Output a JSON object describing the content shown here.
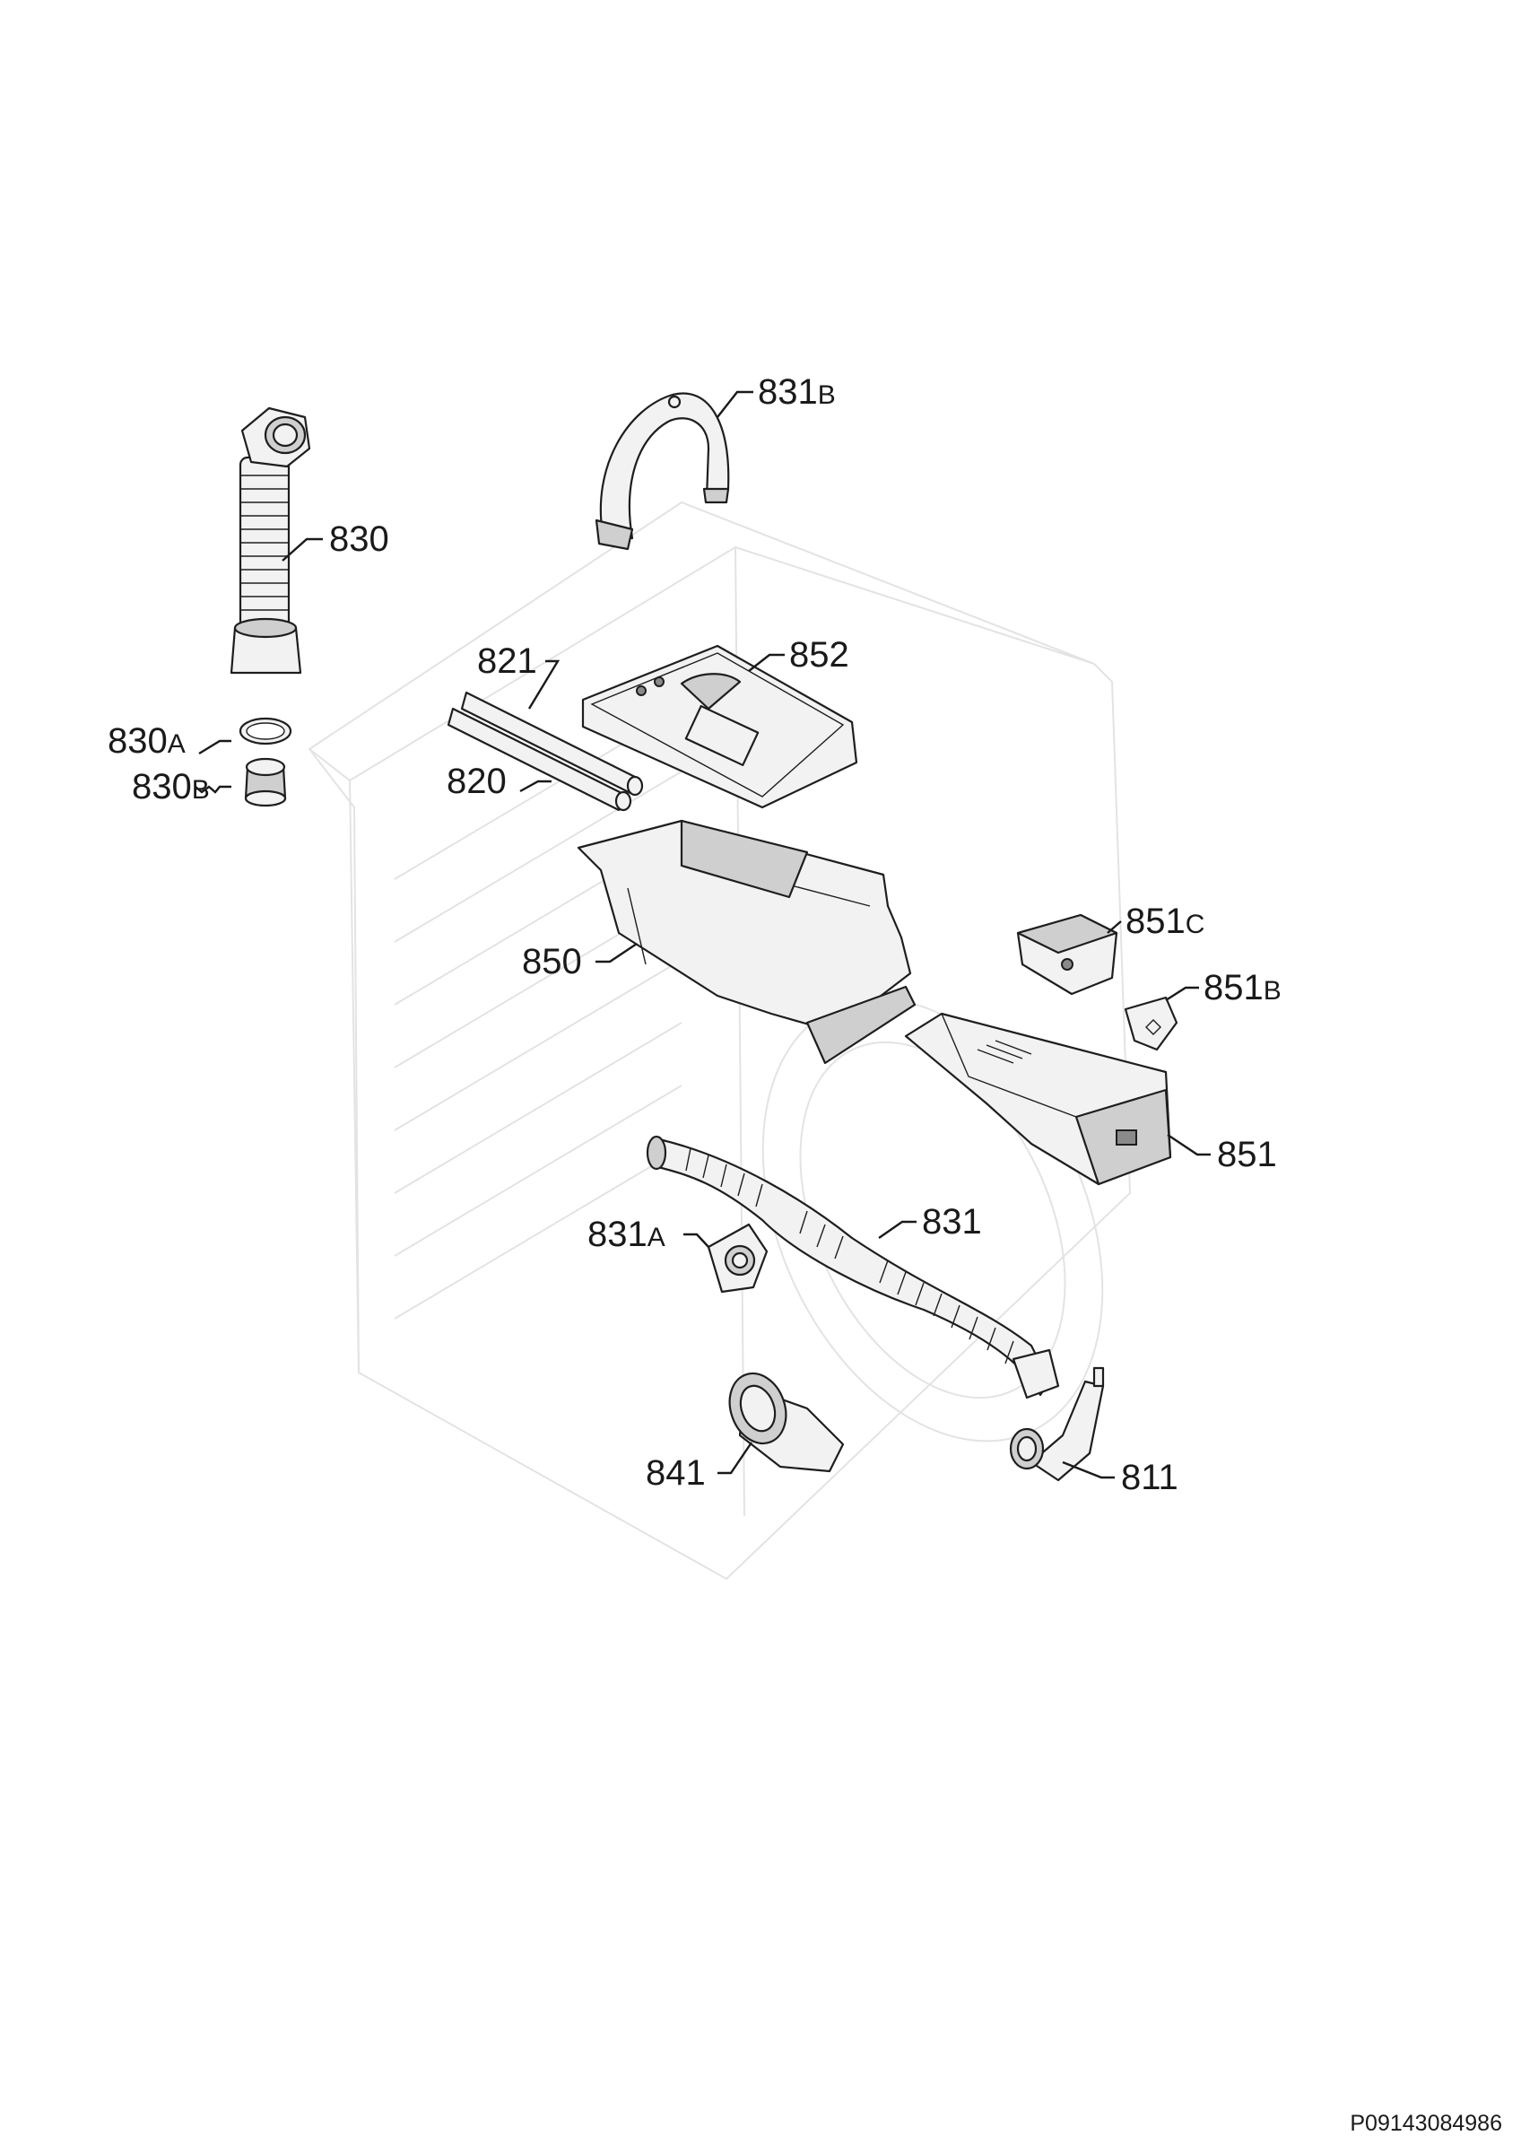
{
  "labels": [
    {
      "id": "830",
      "main": "830",
      "suffix": ""
    },
    {
      "id": "830A",
      "main": "830",
      "suffix": "A"
    },
    {
      "id": "830B",
      "main": "830",
      "suffix": "B"
    },
    {
      "id": "831B",
      "main": "831",
      "suffix": "B"
    },
    {
      "id": "821",
      "main": "821",
      "suffix": ""
    },
    {
      "id": "852",
      "main": "852",
      "suffix": ""
    },
    {
      "id": "820",
      "main": "820",
      "suffix": ""
    },
    {
      "id": "850",
      "main": "850",
      "suffix": ""
    },
    {
      "id": "851C",
      "main": "851",
      "suffix": "C"
    },
    {
      "id": "851B",
      "main": "851",
      "suffix": "B"
    },
    {
      "id": "851",
      "main": "851",
      "suffix": ""
    },
    {
      "id": "831A",
      "main": "831",
      "suffix": "A"
    },
    {
      "id": "831",
      "main": "831",
      "suffix": ""
    },
    {
      "id": "841",
      "main": "841",
      "suffix": ""
    },
    {
      "id": "811",
      "main": "811",
      "suffix": ""
    }
  ],
  "reference_code": "P09143084986"
}
